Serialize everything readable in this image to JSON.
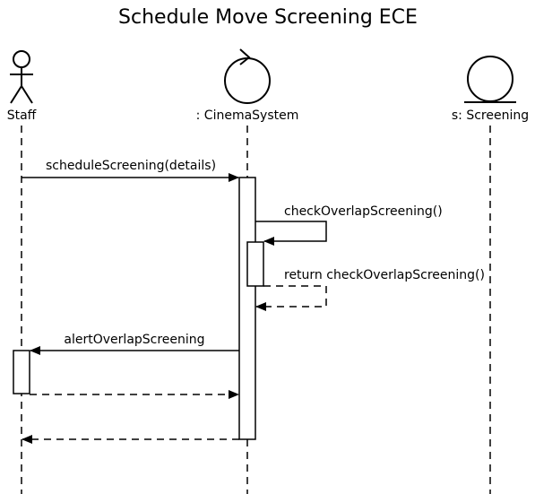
{
  "diagram": {
    "title": "Schedule Move Screening ECE",
    "lifelines": [
      {
        "id": "staff",
        "label": "Staff",
        "kind": "actor"
      },
      {
        "id": "system",
        "label": ": CinemaSystem",
        "kind": "control"
      },
      {
        "id": "screening",
        "label": "s: Screening",
        "kind": "entity"
      }
    ],
    "messages": [
      {
        "label": "scheduleScreening(details)",
        "from": "Staff",
        "to": ": CinemaSystem",
        "style": "sync"
      },
      {
        "label": "checkOverlapScreening()",
        "from": ": CinemaSystem",
        "to": ": CinemaSystem",
        "style": "self-call"
      },
      {
        "label": "return checkOverlapScreening()",
        "from": ": CinemaSystem",
        "to": ": CinemaSystem",
        "style": "self-return"
      },
      {
        "label": "alertOverlapScreening",
        "from": ": CinemaSystem",
        "to": "Staff",
        "style": "sync"
      },
      {
        "label": "",
        "from": "Staff",
        "to": ": CinemaSystem",
        "style": "return"
      },
      {
        "label": "",
        "from": ": CinemaSystem",
        "to": "Staff",
        "style": "return"
      }
    ]
  }
}
